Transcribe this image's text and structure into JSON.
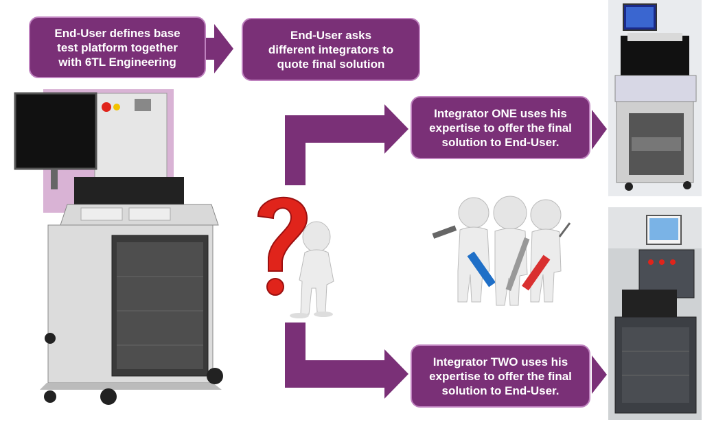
{
  "colors": {
    "box_fill": "#7a3077",
    "box_border": "#bf82bf",
    "arrow": "#7a3077",
    "question_mark": "#e0241b"
  },
  "steps": {
    "define": "End-User defines base\ntest platform together\nwith 6TL Engineering",
    "ask": "End-User asks\ndifferent integrators to\nquote final solution",
    "integrator_one": "Integrator ONE uses his\nexpertise to offer the final\nsolution to End-User.",
    "integrator_two": "Integrator TWO uses his\nexpertise to offer the final\nsolution to End-User."
  },
  "illustrations": {
    "base_platform": "test-platform-illustration",
    "thinking_figure": "question-figure-illustration",
    "team_figures": "team-with-tools-illustration",
    "solution_one": "final-solution-one-illustration",
    "solution_two": "final-solution-two-illustration"
  }
}
